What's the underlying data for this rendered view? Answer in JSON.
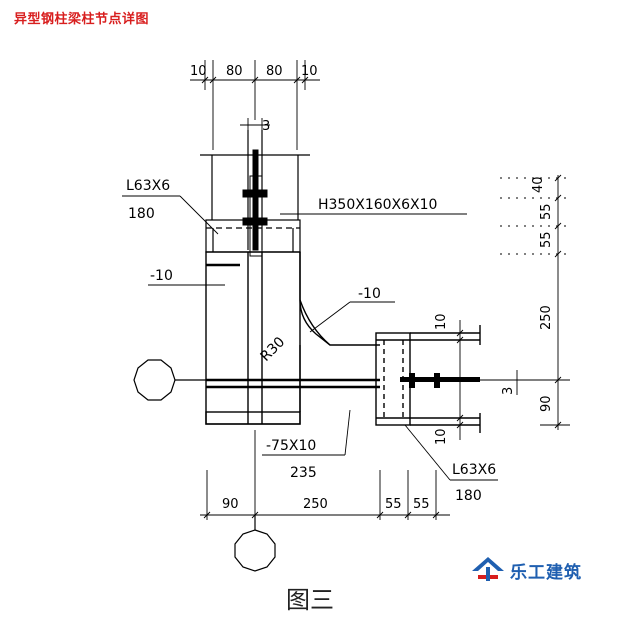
{
  "title": "异型钢柱梁柱节点详图",
  "caption": "图三",
  "brand": {
    "name": "乐工建筑",
    "logo_icon": "leg-logo-icon"
  },
  "colors": {
    "title": "#d81e1e",
    "brand": "#1f5fb0",
    "line": "#000000",
    "weld": "#1a1a1a"
  },
  "dims": {
    "top_left_10": "10",
    "top_80a": "80",
    "top_80b": "80",
    "top_right_10": "10",
    "gap_3_top": "3",
    "right_40": "40",
    "right_55a": "55",
    "right_55b": "55",
    "right_250": "250",
    "right_10_top": "10",
    "right_3": "3",
    "right_90": "90",
    "right_10_bot": "10",
    "bottom_90": "90",
    "bottom_250": "250",
    "bottom_55a": "55",
    "bottom_55b": "55"
  },
  "labels": {
    "angle_top_1": "L63X6",
    "angle_top_2": "180",
    "section": "H350X160X6X10",
    "plate_left": "-10",
    "plate_diag": "-10",
    "radius": "R30",
    "stiffener_1": "-75X10",
    "stiffener_2": "235",
    "angle_bot_1": "L63X6",
    "angle_bot_2": "180"
  }
}
